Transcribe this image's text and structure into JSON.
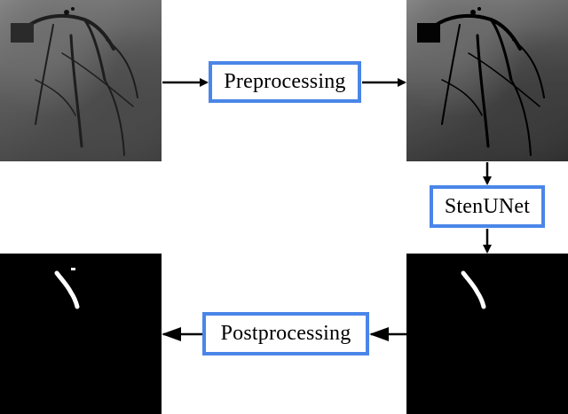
{
  "panels": {
    "input_angiogram": {
      "kind": "x-ray-angiogram"
    },
    "preprocessed_angiogram": {
      "kind": "x-ray-angiogram"
    },
    "predicted_mask": {
      "kind": "segmentation-mask"
    },
    "final_mask": {
      "kind": "segmentation-mask"
    }
  },
  "stages": {
    "preprocessing": "Preprocessing",
    "model": "StenUNet",
    "postprocessing": "Postprocessing"
  },
  "colors": {
    "box_border": "#4a86e8",
    "arrow": "#000000",
    "mask_background": "#000000",
    "mask_foreground": "#ffffff"
  }
}
